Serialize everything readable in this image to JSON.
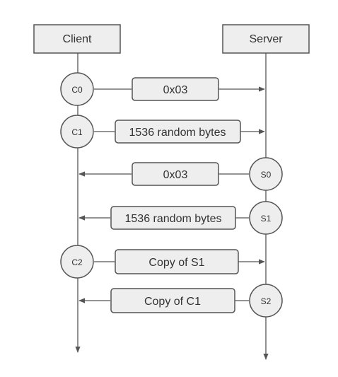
{
  "participants": {
    "client": "Client",
    "server": "Server"
  },
  "messages": [
    {
      "node": "C0",
      "text": "0x03",
      "direction": "to-server"
    },
    {
      "node": "C1",
      "text": "1536 random bytes",
      "direction": "to-server"
    },
    {
      "node": "S0",
      "text": "0x03",
      "direction": "to-client"
    },
    {
      "node": "S1",
      "text": "1536 random bytes",
      "direction": "to-client"
    },
    {
      "node": "C2",
      "text": "Copy of S1",
      "direction": "to-server"
    },
    {
      "node": "S2",
      "text": "Copy of C1",
      "direction": "to-client"
    }
  ],
  "colors": {
    "box_fill": "#eeeeee",
    "box_stroke": "#555555",
    "line": "#555555",
    "text": "#333333"
  }
}
